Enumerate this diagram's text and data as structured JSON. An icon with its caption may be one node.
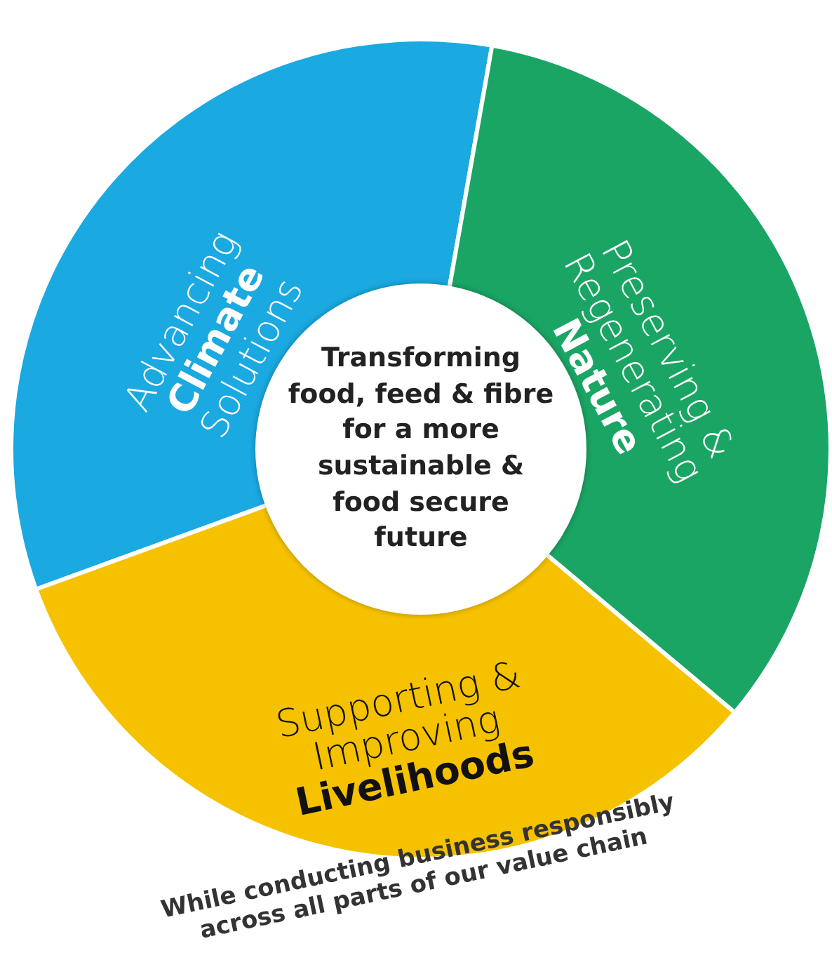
{
  "diagram": {
    "nodes": [
      {
        "text": [
          "Transforming food, feed & fibre for a more sustainable & food secure future"
        ]
      },
      {
        "text": [
          "Advancing **Climate** Solutions"
        ]
      },
      {
        "text": [
          "Preserving & Regenerating **Nature**"
        ]
      },
      {
        "text": [
          "Supporting & Improving **Livelihoods**"
        ]
      }
    ],
    "edges": [],
    "labels": [
      "While conducting business responsibly across all parts of our value chain"
    ]
  }
}
